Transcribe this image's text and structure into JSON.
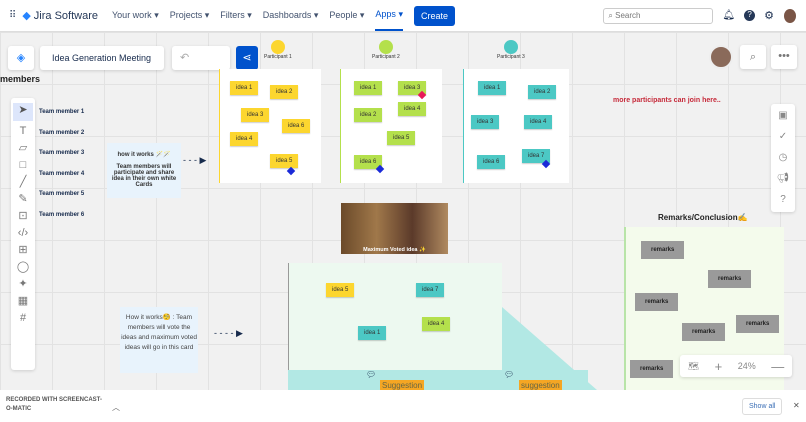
{
  "app": {
    "name": "Jira Software",
    "nav": [
      "Your work",
      "Projects",
      "Filters",
      "Dashboards",
      "People",
      "Apps"
    ],
    "active_nav": "Apps",
    "create": "Create",
    "search_placeholder": "Search"
  },
  "board": {
    "title": "Idea Generation Meeting",
    "members_heading": "members",
    "members": [
      "Team member 1",
      "Team member 2",
      "Team member 3",
      "Team member 4",
      "Team member 5",
      "Team member 6"
    ],
    "participants": [
      {
        "name": "Participant 1",
        "color": "#fcd62f",
        "ideas": [
          "idea 1",
          "idea 2",
          "idea 3",
          "idea 6",
          "idea 4",
          "idea 5"
        ]
      },
      {
        "name": "Participant 2",
        "color": "#b4e04c",
        "ideas": [
          "idea 1",
          "idea 3",
          "idea 4",
          "idea 2",
          "idea 5",
          "idea 6"
        ]
      },
      {
        "name": "Participant 3",
        "color": "#4cc8c4",
        "ideas": [
          "idea 1",
          "idea 2",
          "idea 3",
          "idea 4",
          "idea 6",
          "idea 7"
        ]
      }
    ],
    "more_participants": "more participants can join here..",
    "how1": {
      "title": "how it works 🪄🪄",
      "body": "Team members will participate and  share idea in their own  white Cards"
    },
    "how2": "How it works🧐 : Team members will vote the ideas and maximum voted ideas will go in this card",
    "video_caption": "Maximum Voted idea ✨",
    "voted": [
      "idea 5",
      "idea 7",
      "idea 1",
      "idea 4"
    ],
    "suggestions": [
      "Suggestion",
      "suggestion"
    ],
    "remarks_heading": "Remarks/Conclusion✍️",
    "remarks": [
      "remarks",
      "remarks",
      "remarks",
      "remarks",
      "remarks",
      "remarks"
    ],
    "zoom": "24%"
  },
  "footer": {
    "watermark": "RECORDED WITH SCREENCAST-O-MATIC",
    "show_all": "Show all"
  }
}
